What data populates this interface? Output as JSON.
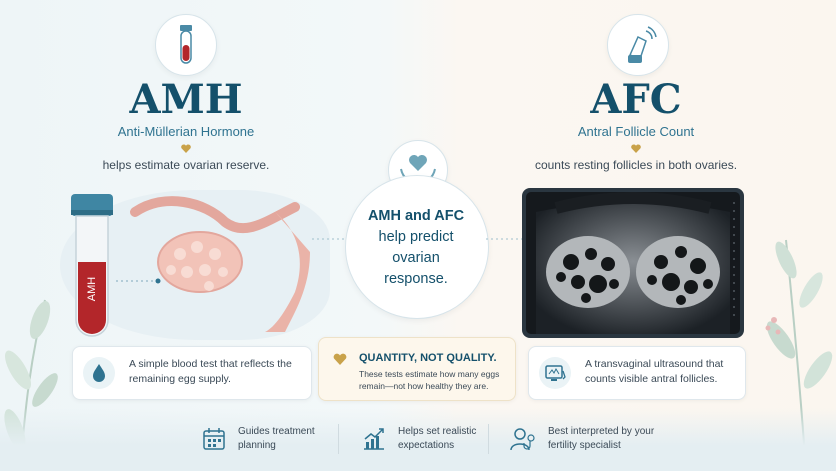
{
  "left": {
    "title": "AMH",
    "subtitle": "Anti-Müllerian Hormone",
    "description": "helps estimate ovarian reserve.",
    "tube_label": "AMH",
    "card_text": "A simple blood test that reflects the remaining egg supply."
  },
  "right": {
    "title": "AFC",
    "subtitle": "Antral Follicle Count",
    "description": "counts resting follicles in both ovaries.",
    "card_text": "A transvaginal ultrasound that counts visible antral follicles."
  },
  "center": {
    "bold_part": "AMH and AFC",
    "line2": "help predict",
    "line3": "ovarian",
    "line4": "response.",
    "quality_title": "QUANTITY, NOT QUALITY.",
    "quality_text": "These tests estimate how many eggs remain—not how healthy they are."
  },
  "bottom": {
    "items": [
      {
        "label": "Guides treatment planning"
      },
      {
        "label": "Helps set realistic expectations"
      },
      {
        "label": "Best interpreted by your fertility specialist"
      }
    ]
  },
  "colors": {
    "teal": "#14506b",
    "gold": "#c9a24a",
    "blood": "#b3262a"
  },
  "icons": [
    "blood-tube-icon",
    "ultrasound-probe-icon",
    "hands-heart-icon",
    "blood-drop-icon",
    "heart-icon",
    "ultrasound-monitor-icon",
    "calendar-icon",
    "chart-up-icon",
    "doctor-icon"
  ]
}
